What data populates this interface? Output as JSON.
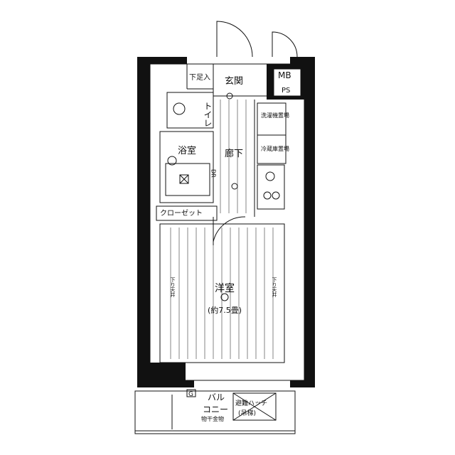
{
  "rooms": {
    "genkan": "玄関",
    "shoe_storage": "下足入",
    "mb": "MB",
    "ps": "PS",
    "toilet": "トイレ",
    "bathroom": "浴室",
    "corridor": "廊下",
    "washer_area": "洗濯機置場",
    "fridge_area": "冷蔵庫置場",
    "closet": "クローゼット",
    "western_room": "洋室",
    "western_room_size": "(約7.5畳)",
    "lowered_ceiling_left": "下り天井",
    "lowered_ceiling_right": "下り天井",
    "balcony_1": "バル",
    "balcony_2": "コニー",
    "drying_hardware": "物干金物",
    "escape_hatch_1": "避難ハッチ",
    "escape_hatch_2": "(吊梯)",
    "dr_mark": "DR",
    "g_mark": "G"
  }
}
